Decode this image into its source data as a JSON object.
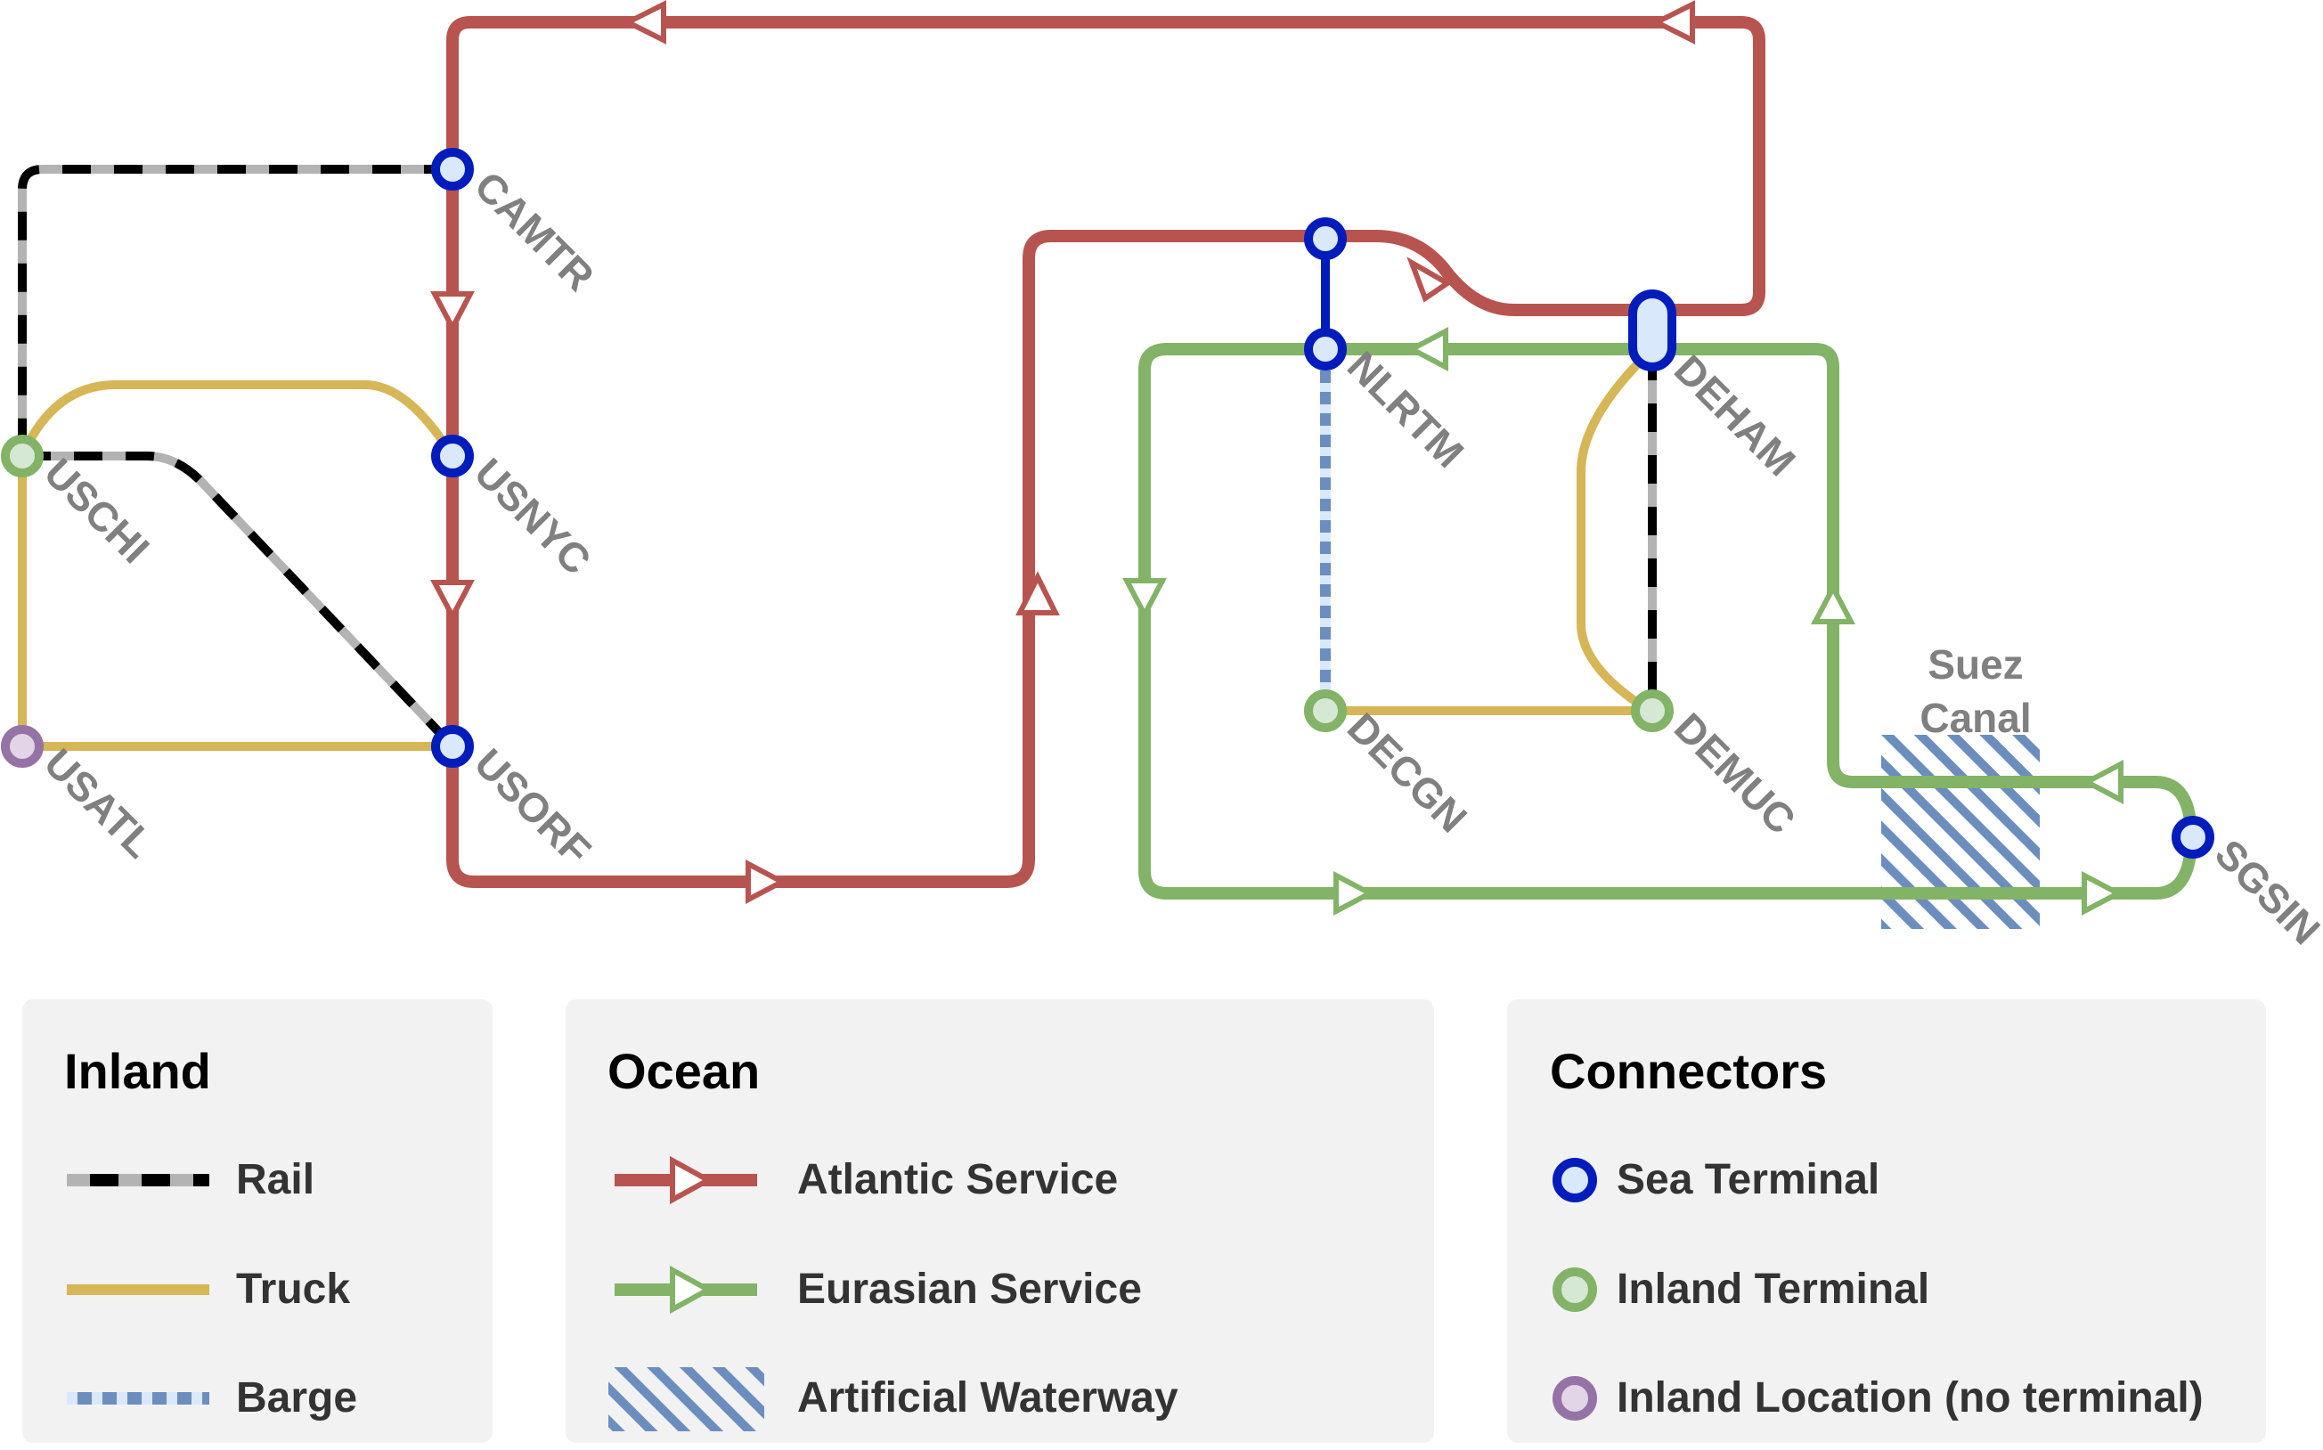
{
  "colors": {
    "atlantic": "#b85450",
    "eurasian": "#82b366",
    "truck": "#d6b656",
    "rail_dark": "#000000",
    "rail_light": "#b3b3b3",
    "barge_dark": "#6c8ebf",
    "barge_light": "#dae8fc",
    "sea_terminal": "#001dbc",
    "inland_terminal": "#82b366",
    "inland_location": "#9673a6",
    "node_fill": "#dae8fc",
    "label_gray": "#808080",
    "legend_bg": "#f2f2f2"
  },
  "nodes": {
    "camtr": "CAMTR",
    "usnyc": "USNYC",
    "usorf": "USORF",
    "uschi": "USCHI",
    "usatl": "USATL",
    "nlrtm": "NLRTM",
    "deham": "DEHAM",
    "decgn": "DECGN",
    "demuc": "DEMUC",
    "sgsin": "SGSIN"
  },
  "waterway_label": [
    "Suez",
    "Canal"
  ],
  "legend": {
    "inland": {
      "title": "Inland",
      "rail": "Rail",
      "truck": "Truck",
      "barge": "Barge"
    },
    "ocean": {
      "title": "Ocean",
      "atlantic": "Atlantic Service",
      "eurasian": "Eurasian Service",
      "waterway": "Artificial Waterway"
    },
    "connectors": {
      "title": "Connectors",
      "sea": "Sea Terminal",
      "inland_terminal": "Inland Terminal",
      "inland_location": "Inland Location (no terminal)"
    }
  }
}
